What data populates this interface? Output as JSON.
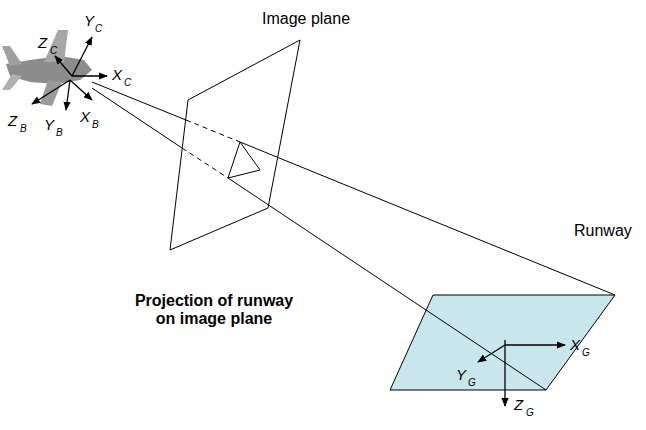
{
  "diagram": {
    "labels": [
      "Image plane",
      "Runway",
      "Projection of runway on image plane",
      "Y",
      "C",
      "Z",
      "C",
      "X",
      "C",
      "Z",
      "B",
      "Y",
      "B",
      "X",
      "B",
      "Y",
      "G",
      "X",
      "G",
      "Z",
      "G"
    ]
  }
}
